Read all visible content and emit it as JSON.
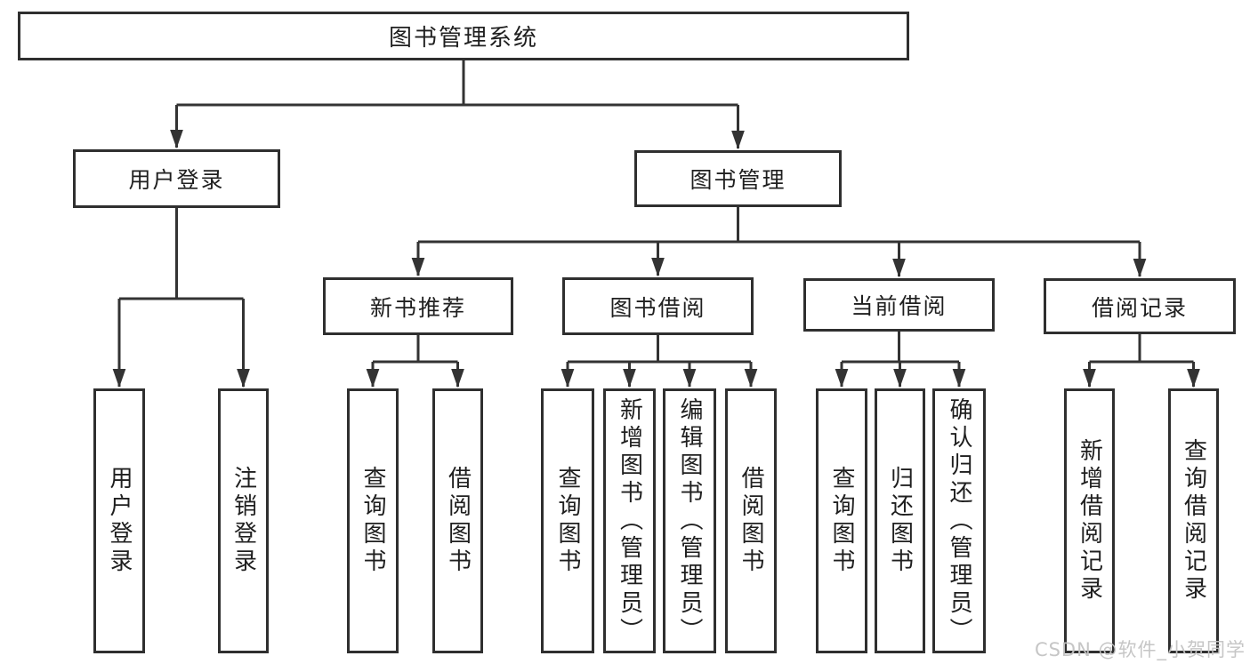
{
  "diagram": {
    "title": "图书管理系统",
    "type": "hierarchy-diagram"
  },
  "colors": {
    "line": "#333333",
    "box_border": "#2f2f2f",
    "text": "#1f1f1f",
    "watermark": "#c3c3c3",
    "background": "#ffffff"
  },
  "nodes": {
    "root": {
      "label": "图书管理系统"
    },
    "user_login": {
      "label": "用户登录"
    },
    "book_mgmt": {
      "label": "图书管理"
    },
    "login": {
      "label": "用户登录"
    },
    "logout": {
      "label": "注销登录"
    },
    "new_rec": {
      "label": "新书推荐"
    },
    "book_borrow": {
      "label": "图书借阅"
    },
    "cur_borrow": {
      "label": "当前借阅"
    },
    "records": {
      "label": "借阅记录"
    },
    "nr_query": {
      "label": "查询图书"
    },
    "nr_borrow": {
      "label": "借阅图书"
    },
    "bb_query": {
      "label": "查询图书"
    },
    "bb_add": {
      "label": "新增图书（管理员）"
    },
    "bb_edit": {
      "label": "编辑图书（管理员）"
    },
    "bb_borrow": {
      "label": "借阅图书"
    },
    "cb_query": {
      "label": "查询图书"
    },
    "cb_return": {
      "label": "归还图书"
    },
    "cb_confirm": {
      "label": "确认归还（管理员）"
    },
    "br_add": {
      "label": "新增借阅记录"
    },
    "br_query": {
      "label": "查询借阅记录"
    }
  },
  "hierarchy": {
    "root": [
      "user_login",
      "book_mgmt"
    ],
    "user_login": [
      "login",
      "logout"
    ],
    "book_mgmt": [
      "new_rec",
      "book_borrow",
      "cur_borrow",
      "records"
    ],
    "new_rec": [
      "nr_query",
      "nr_borrow"
    ],
    "book_borrow": [
      "bb_query",
      "bb_add",
      "bb_edit",
      "bb_borrow"
    ],
    "cur_borrow": [
      "cb_query",
      "cb_return",
      "cb_confirm"
    ],
    "records": [
      "br_add",
      "br_query"
    ]
  },
  "watermark": "CSDN @软件_小贺同学"
}
